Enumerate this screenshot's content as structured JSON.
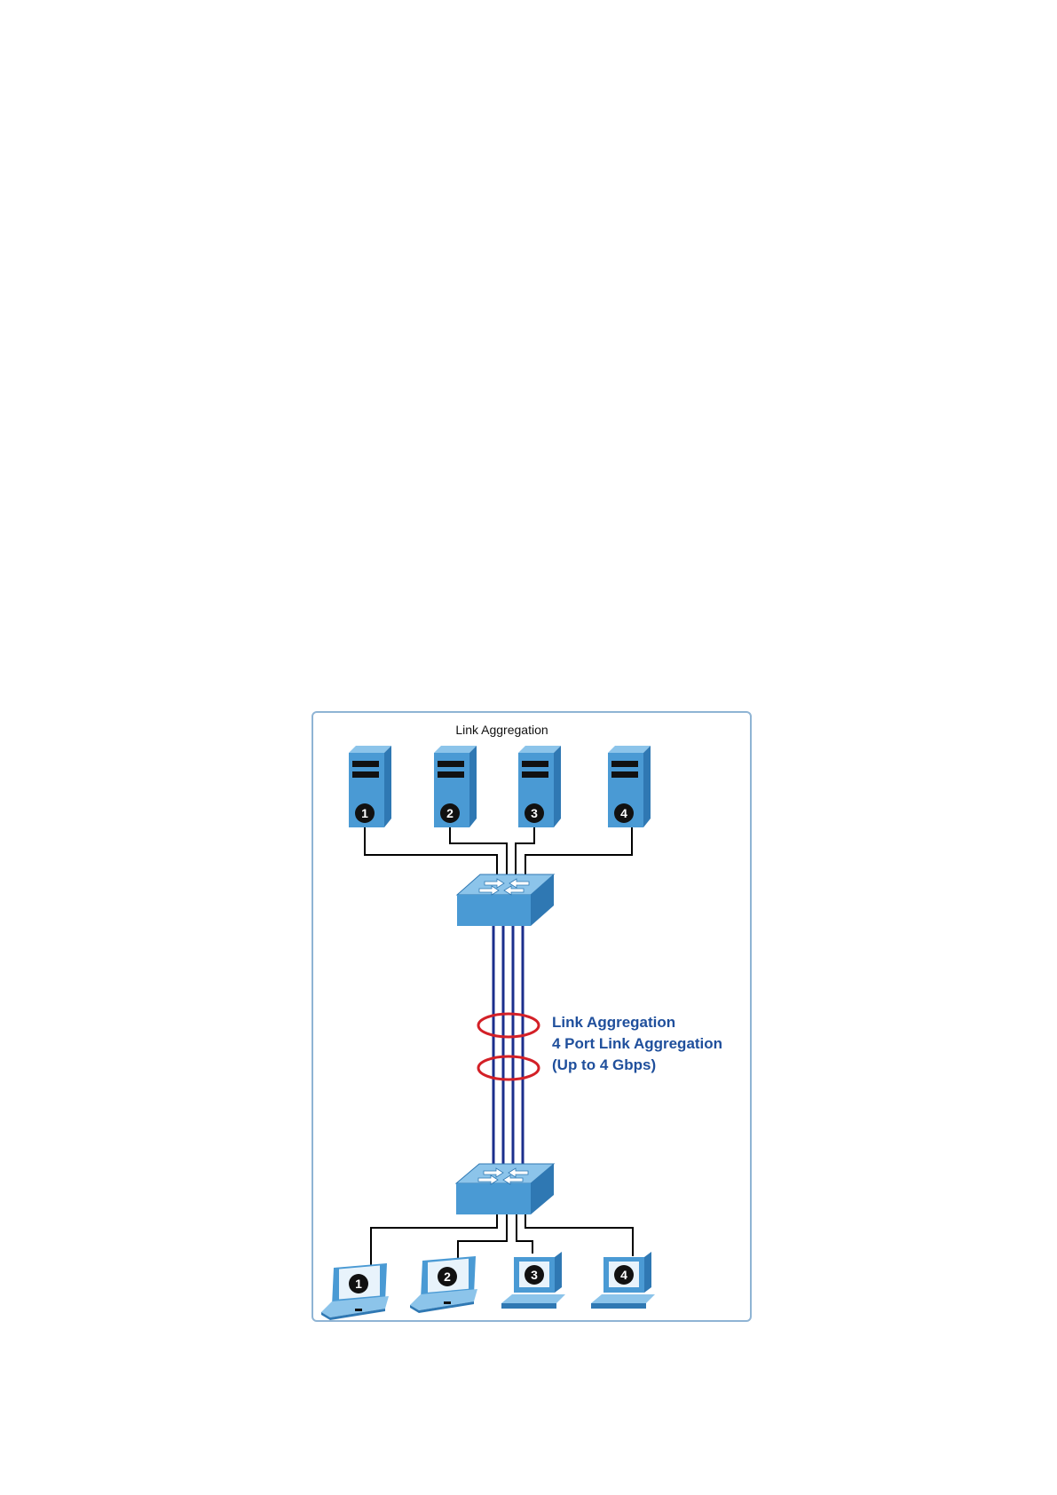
{
  "figure": {
    "title": "Link Aggregation",
    "annotation_lines": [
      "Link Aggregation",
      "4 Port Link Aggregation",
      "(Up to 4 Gbps)"
    ]
  },
  "servers": [
    {
      "label": "1"
    },
    {
      "label": "2"
    },
    {
      "label": "3"
    },
    {
      "label": "4"
    }
  ],
  "clients": [
    {
      "label": "1",
      "kind": "laptop-icon"
    },
    {
      "label": "2",
      "kind": "laptop-icon"
    },
    {
      "label": "3",
      "kind": "desktop-icon"
    },
    {
      "label": "4",
      "kind": "desktop-icon"
    }
  ],
  "colors": {
    "device_front": "#4a9ad4",
    "device_side": "#2f78b3",
    "device_top": "#8cc4ea",
    "trunk_line": "#1c2f8c",
    "ring": "#d32027",
    "annotation_text": "#1f4f9c",
    "frame_border": "#8fb4d4"
  }
}
